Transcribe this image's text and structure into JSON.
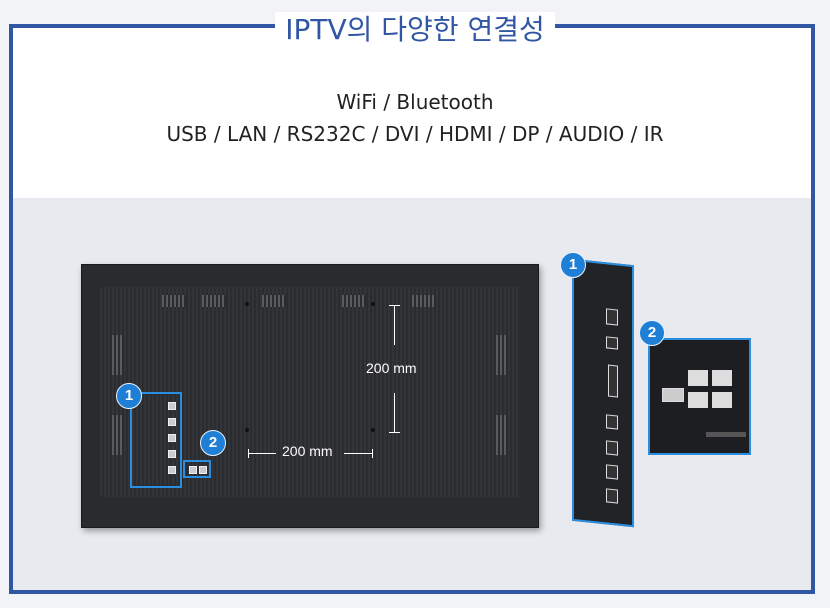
{
  "header": {
    "title": "IPTV의 다양한 연결성"
  },
  "connectivity": {
    "line1": "WiFi / Bluetooth",
    "line2": "USB / LAN / RS232C / DVI / HDMI / DP / AUDIO / IR"
  },
  "diagram": {
    "vertical_dim": "200 mm",
    "horizontal_dim": "200 mm",
    "badges": {
      "one": "1",
      "two": "2"
    }
  },
  "colors": {
    "accent": "#3156a4",
    "highlight": "#2a8ee0",
    "badge": "#1f7fd6"
  }
}
